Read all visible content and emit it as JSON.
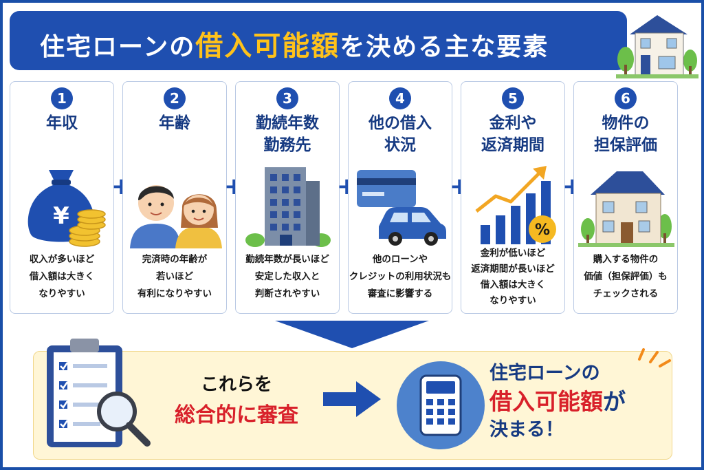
{
  "header": {
    "title_prefix": "住宅ローンの",
    "title_highlight": "借入可能額",
    "title_suffix": "を決める主な要素"
  },
  "factors": [
    {
      "number": "1",
      "title": "年収",
      "desc": "収入が多いほど\n借入額は大きく\nなりやすい",
      "icon": "money-bag-icon"
    },
    {
      "number": "2",
      "title": "年齢",
      "desc": "完済時の年齢が\n若いほど\n有利になりやすい",
      "icon": "couple-icon"
    },
    {
      "number": "3",
      "title": "勤続年数\n勤務先",
      "desc": "勤続年数が長いほど\n安定した収入と\n判断されやすい",
      "icon": "office-building-icon"
    },
    {
      "number": "4",
      "title": "他の借入\n状況",
      "desc": "他のローンや\nクレジットの利用状況も\n審査に影響する",
      "icon": "credit-card-car-icon"
    },
    {
      "number": "5",
      "title": "金利や\n返済期間",
      "desc": "金利が低いほど\n返済期間が長いほど\n借入額は大きく\nなりやすい",
      "icon": "rising-chart-percent-icon"
    },
    {
      "number": "6",
      "title": "物件の\n担保評価",
      "desc": "購入する物件の\n価値（担保評価）も\nチェックされる",
      "icon": "house-icon"
    }
  ],
  "plus_sign": "+",
  "review": {
    "line1": "これらを",
    "line2": "総合的に審査"
  },
  "result": {
    "line1": "住宅ローンの",
    "line2_highlight": "借入可能額",
    "line2_suffix": "が",
    "line3": "決まる！"
  },
  "colors": {
    "primary_blue": "#1f4fb0",
    "highlight_yellow": "#ffc21a",
    "accent_red": "#d8202a",
    "panel_cream": "#fff6d6"
  }
}
